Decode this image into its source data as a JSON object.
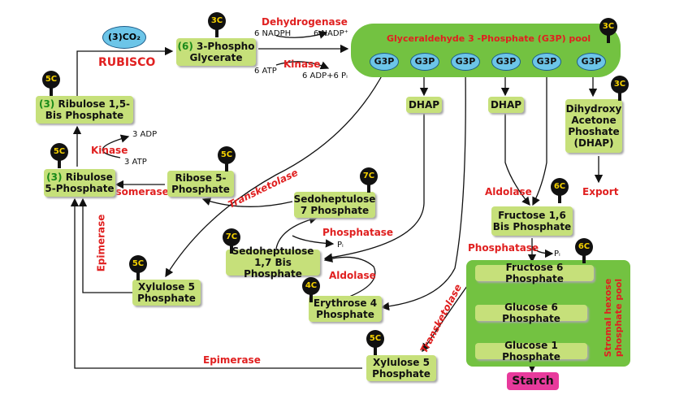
{
  "co2": "(3)CO₂",
  "rubisco": "RUBISCO",
  "dehydrogenase": "Dehydrogenase",
  "kinase": "Kinase",
  "isomerase": "Isomerase",
  "epimerase": "Epimerase",
  "transketolase": "Transketolase",
  "phosphatase": "Phosphatase",
  "aldolase": "Aldolase",
  "export": "Export",
  "starch": "Starch",
  "pool_title": "Glyceraldehyde 3 -Phosphate (G3P) pool",
  "stromal_pool": "Stromal hexose phosphate pool",
  "g3p": "G3P",
  "dhap": "DHAP",
  "cofactors": {
    "nadph": "6 NADPH",
    "nadp": "6 NADP⁺",
    "atp6": "6 ATP",
    "adp_pi": "6 ADP+6 Pᵢ",
    "adp3": "3 ADP",
    "atp3": "3 ATP",
    "pi": "Pᵢ"
  },
  "badges": {
    "c3": "3C",
    "c4": "4C",
    "c5": "5C",
    "c6": "6C",
    "c7": "7C"
  },
  "molecules": {
    "pga_num": "(6)",
    "pga": "3-Phospho Glycerate",
    "rubp_num": "(3)",
    "rubp": "Ribulose 1,5-Bis Phosphate",
    "ru5p_num": "(3)",
    "ru5p": "Ribulose 5-Phosphate",
    "r5p": "Ribose 5-Phosphate",
    "s7p": "Sedoheptulose 7 Phosphate",
    "sbp": "Sedoheptulose 1,7 Bis Phosphate",
    "xu5p_a": "Xylulose 5 Phosphate",
    "xu5p_b": "Xylulose 5 Phosphate",
    "e4p": "Erythrose 4 Phosphate",
    "dhap_full": "Dihydroxy Acetone Phoshate (DHAP)",
    "fbp": "Fructose 1,6 Bis Phosphate",
    "f6p": "Fructose 6 Phosphate",
    "g6p": "Glucose 6 Phosphate",
    "g1p": "Glucose 1 Phosphate"
  },
  "colors": {
    "box": "#c6e07a",
    "pool": "#73c241",
    "enzyme": "#e02020",
    "g3p": "#6cc5e8",
    "starch": "#e83a9c"
  }
}
